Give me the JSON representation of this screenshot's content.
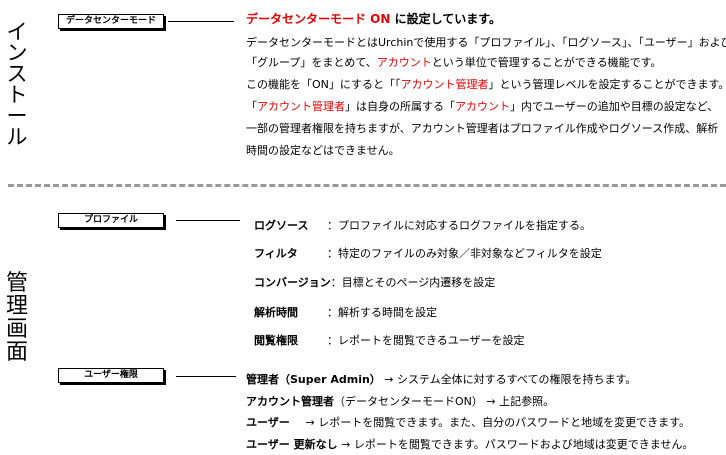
{
  "install": {
    "vertical_title": [
      "イ",
      "ン",
      "ス",
      "ト",
      "ー",
      "ル"
    ],
    "mode_label": "データセンターモード",
    "heading_red": "データセンターモード ON",
    "heading_rest": " に設定しています。",
    "p1_line1": "データセンターモードとはUrchinで使用する「プロファイル」、「ログソース」、「ユーザー」および",
    "p1_line2_a": "「グループ」をまとめて、",
    "p1_line2_red": "アカウント",
    "p1_line2_b": "という単位で管理することができる機能です。",
    "p2_a": "この機能を「ON」にすると「「",
    "p2_red": "アカウント管理者",
    "p2_b": "」という管理レベルを設定することができます。",
    "p3_a": "「",
    "p3_red1": "アカウント管理者",
    "p3_b": "」は自身の所属する「",
    "p3_red2": "アカウント",
    "p3_c": "」内でユーザーの追加や目標の設定など、",
    "p4": "一部の管理者権限を持ちますが、アカウント管理者はプロファイル作成やログソース作成、解析",
    "p5": "時間の設定などはできません。"
  },
  "admin": {
    "vertical_title": [
      "管",
      "理",
      "画",
      "面"
    ],
    "profile_label": "プロファイル",
    "profile_items": [
      {
        "key": "ログソース",
        "value": "：プロファイルに対応するログファイルを指定する。"
      },
      {
        "key": "フィルタ",
        "value": "：特定のファイルのみ対象／非対象などフィルタを設定"
      },
      {
        "key": "コンバージョン",
        "value": "：目標とそのページ内遷移を設定"
      },
      {
        "key": "解析時間",
        "value": "：解析する時間を設定"
      },
      {
        "key": "閲覧権限",
        "value": "：レポートを閲覧できるユーザーを設定"
      }
    ],
    "user_label": "ユーザー権限",
    "perm_items": [
      {
        "key": "管理者（Super Admin）",
        "value": "→ システム全体に対するすべての権限を持ちます。"
      },
      {
        "key": "アカウント管理者",
        "sub": "（データセンターモードON）",
        "value": "→ 上記参照。"
      },
      {
        "key": "ユーザー",
        "value": "→ レポートを閲覧できます。また、自分のパスワードと地域を変更できます。"
      },
      {
        "key": "ユーザー 更新なし",
        "value": "→ レポートを閲覧できます。パスワードおよび地域は変更できません。"
      }
    ]
  }
}
